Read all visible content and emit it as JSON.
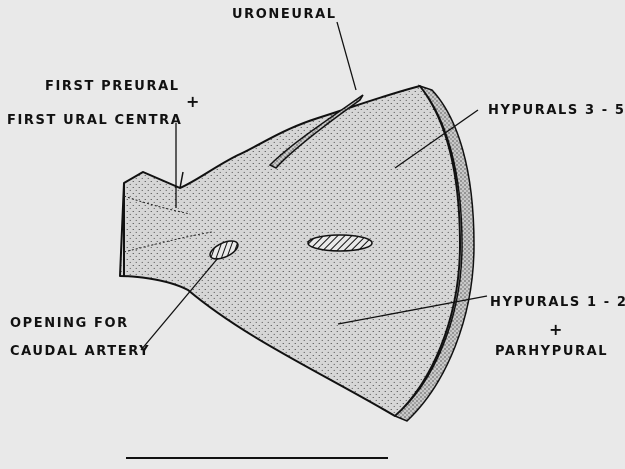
{
  "labels": {
    "uroneural": "URONEURAL",
    "first_preural": "FIRST PREURAL",
    "plus_1": "+",
    "first_ural_centra": "FIRST URAL CENTRA",
    "hypurals_3_5": "HYPURALS 3 - 5",
    "opening_for": "OPENING FOR",
    "caudal_artery": "CAUDAL ARTERY",
    "hypurals_1_2": "HYPURALS 1 - 2",
    "plus_2": "+",
    "parhypural": "PARHYPURAL"
  },
  "colors": {
    "background": "#e9e9e9",
    "ink": "#111111",
    "stipple_fill": "#cfcfcf"
  }
}
